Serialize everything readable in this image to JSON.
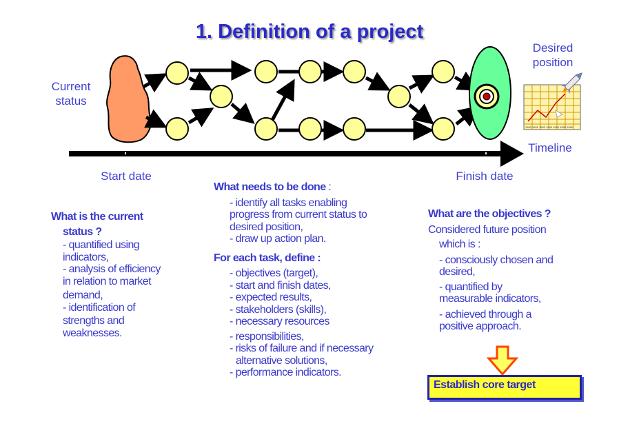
{
  "title": "1. Definition of a project",
  "labels": {
    "current_status": [
      "Current",
      "status"
    ],
    "desired_position": [
      "Desired",
      "position"
    ],
    "timeline": "Timeline",
    "start_date": "Start date",
    "finish_date": "Finish date"
  },
  "current_block": {
    "heading": [
      "What is the current",
      "status ?"
    ],
    "lines": [
      "- quantified using",
      "indicators,",
      "- analysis of efficiency",
      "in relation to market",
      "demand,",
      "- identification of",
      "strengths and",
      "weaknesses."
    ]
  },
  "middle_block": {
    "heading1": "What needs to be done",
    "heading1_suffix": " :",
    "lines1": [
      "- identify all tasks enabling",
      "progress from current status to",
      "desired position,",
      "- draw up action plan."
    ],
    "heading2": "For each task, define :",
    "lines2": [
      "- objectives (target),",
      "- start and finish dates,",
      "- expected results,",
      "- stakeholders (skills),",
      "- necessary resources",
      "- responsibilities,",
      "- risks of failure and if necessary",
      "alternative solutions,",
      "- performance indicators."
    ]
  },
  "objectives_block": {
    "heading": "What are the objectives ?",
    "intro": [
      "Considered future position",
      "which is :"
    ],
    "lines": [
      "- consciously chosen and",
      "desired,",
      "- quantified by",
      "measurable indicators,",
      "- achieved through a",
      "positive approach."
    ]
  },
  "target_box": "Establish core target",
  "colors": {
    "title": "#2a2ac8",
    "text": "#3a3acc",
    "blob": "#ff9966",
    "node": "#ffff99",
    "target_ellipse": "#66ff99",
    "box": "#ffff33",
    "arrow_down": "#ff4400"
  },
  "icons": [
    "target-icon",
    "rocket-chart-icon",
    "down-arrow-icon"
  ]
}
